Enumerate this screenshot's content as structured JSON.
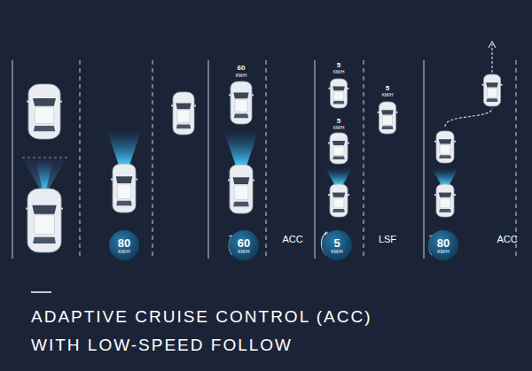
{
  "diagram": {
    "title": "ADAPTIVE CRUISE CONTROL (ACC) WITH LOW-SPEED FOLLOW",
    "nodes": [
      {
        "text": [
          "80",
          "KM/H"
        ]
      },
      {
        "text": [
          "60",
          "KM/H"
        ]
      },
      {
        "text": [
          "5",
          "KM/H"
        ]
      },
      {
        "text": [
          "80",
          "KM/H"
        ]
      }
    ],
    "labels": [
      "60",
      "KM/H",
      "5",
      "KM/H",
      "5",
      "KM/H",
      "5",
      "KM/H",
      "ACC",
      "LSF",
      "ACC"
    ]
  }
}
